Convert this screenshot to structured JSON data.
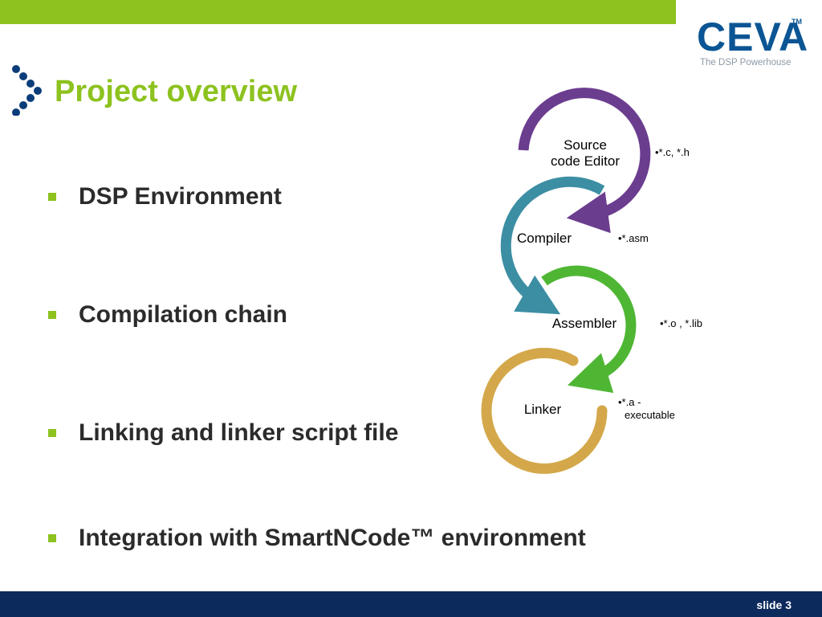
{
  "header": {
    "title": "Project overview"
  },
  "logo": {
    "name": "CEVA",
    "trademark": "TM",
    "tagline": "The DSP Powerhouse"
  },
  "bullets": [
    {
      "label": "DSP Environment"
    },
    {
      "label": "Compilation chain"
    },
    {
      "label": "Linking and linker script file"
    },
    {
      "label": "Integration with SmartNCode™  environment"
    }
  ],
  "diagram": {
    "stages": [
      {
        "label_line1": "Source",
        "label_line2": "code Editor",
        "color": "#6b3d8f",
        "note_line1": "•*.c, *.h",
        "note_line2": ""
      },
      {
        "label_line1": "Compiler",
        "label_line2": "",
        "color": "#3c8ea3",
        "note_line1": "•*.asm",
        "note_line2": ""
      },
      {
        "label_line1": "Assembler",
        "label_line2": "",
        "color": "#4fb634",
        "note_line1": "•*.o , *.lib",
        "note_line2": ""
      },
      {
        "label_line1": "Linker",
        "label_line2": "",
        "color": "#d4a84a",
        "note_line1": "•*.a  -",
        "note_line2": "executable"
      }
    ]
  },
  "colors": {
    "accent_green": "#8dc21f",
    "brand_blue": "#0b5594",
    "footer_navy": "#0d2a5c"
  },
  "footer": {
    "slide_label": "slide 3"
  }
}
